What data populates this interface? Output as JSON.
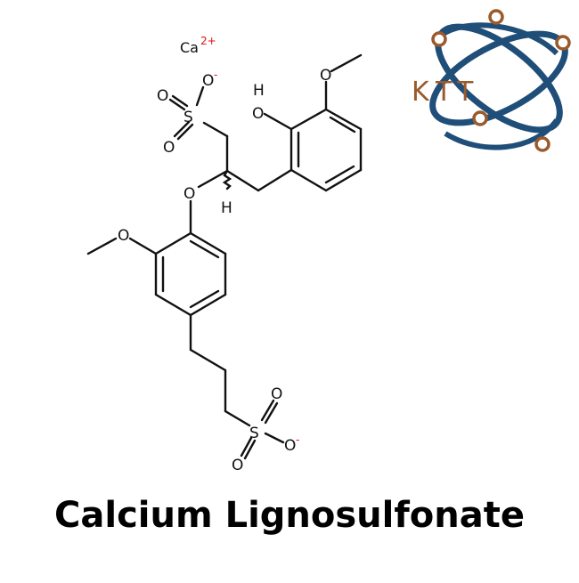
{
  "title": "Calcium Lignosulfonate",
  "logo": {
    "text_k": "K",
    "text_t1": "T",
    "text_t2": "T",
    "orbit_color": "#1f4e79",
    "node_color": "#9a5a2b"
  },
  "molecule": {
    "counter_ion": "Ca",
    "counter_ion_charge": "2+",
    "atoms": {
      "o_sulf1_minus": "O",
      "o_sulf1_a": "O",
      "o_sulf1_b": "O",
      "s1": "S",
      "o_hydroxyl": "O",
      "h_hydroxyl": "H",
      "o_methoxy1": "O",
      "o_ether": "O",
      "h_stereo": "H",
      "o_methoxy2": "O",
      "s2": "S",
      "o_sulf2_a": "O",
      "o_sulf2_b": "O",
      "o_sulf2_minus": "O"
    },
    "minus_sign": "-"
  }
}
